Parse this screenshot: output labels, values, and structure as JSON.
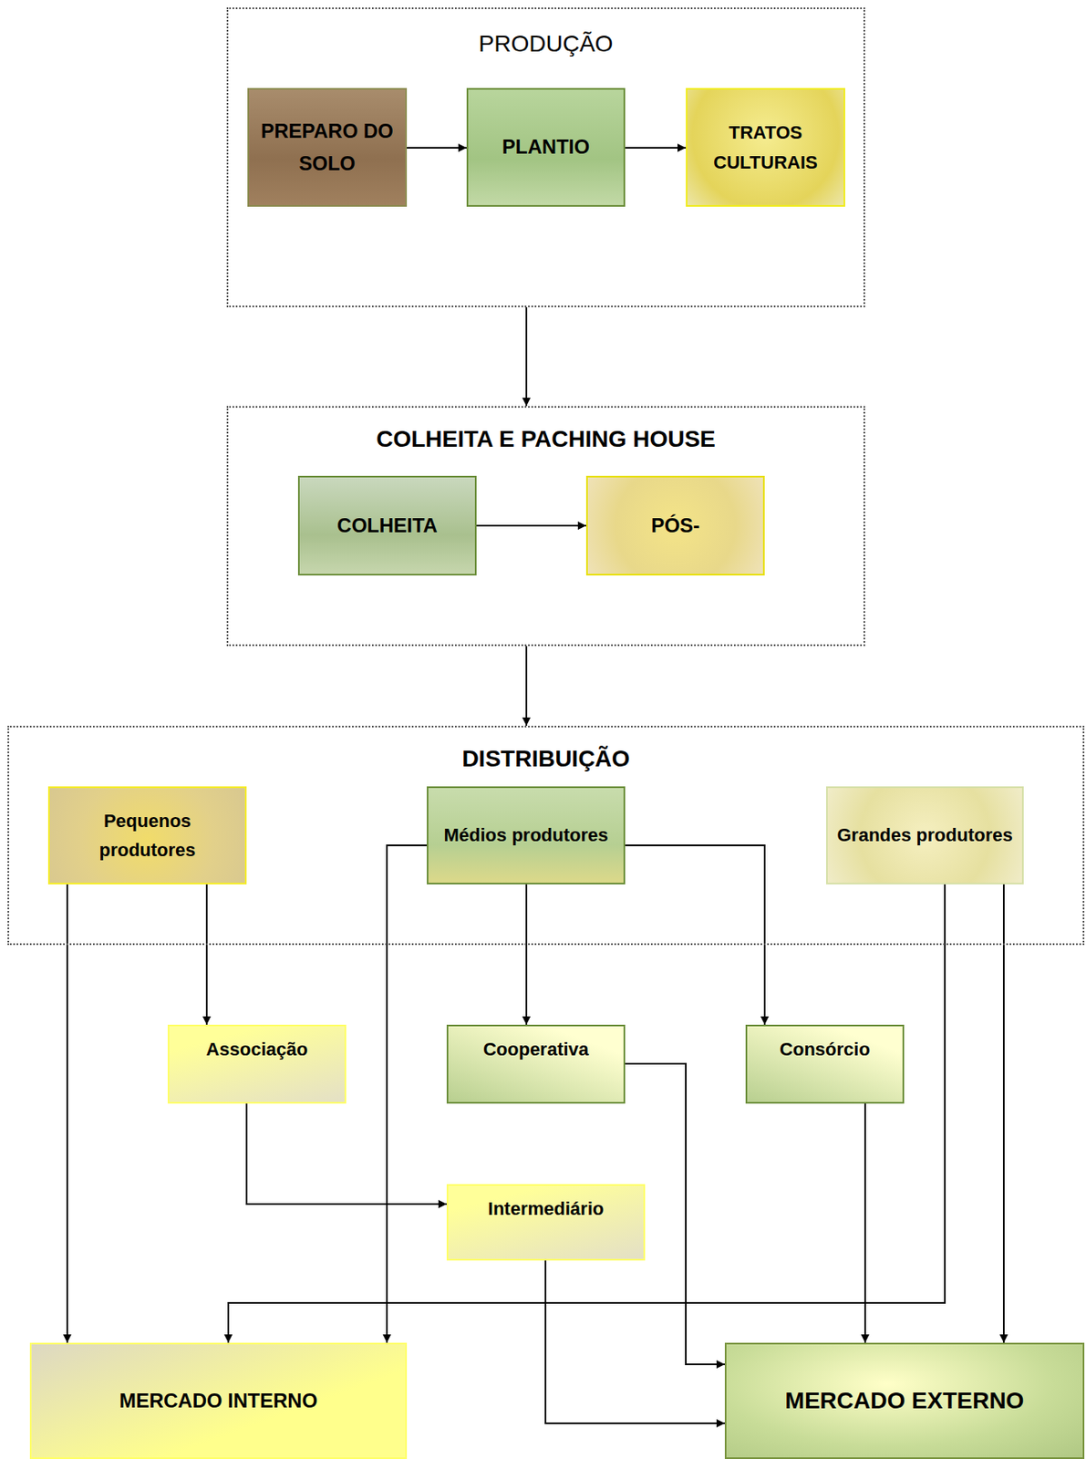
{
  "diagram": {
    "nodes": [
      {
        "text": [
          "PRODUÇÃO"
        ]
      },
      {
        "text": [
          "PREPARO DO SOLO"
        ],
        "in": 0
      },
      {
        "text": [
          "PLANTIO"
        ],
        "in": 0
      },
      {
        "text": [
          "TRATOS CULTURAIS"
        ],
        "in": 0
      },
      {
        "text": [
          "COLHEITA E PACHING HOUSE"
        ]
      },
      {
        "text": [
          "COLHEITA"
        ],
        "in": 4
      },
      {
        "text": [
          "PÓS-"
        ],
        "in": 4
      },
      {
        "text": [
          "DISTRIBUIÇÃO"
        ]
      },
      {
        "text": [
          "Pequenos produtores"
        ],
        "in": 7
      },
      {
        "text": [
          "Médios produtores"
        ],
        "in": 7
      },
      {
        "text": [
          "Grandes produtores"
        ],
        "in": 7
      },
      {
        "text": [
          "Associação"
        ]
      },
      {
        "text": [
          "Cooperativa"
        ]
      },
      {
        "text": [
          "Consórcio"
        ]
      },
      {
        "text": [
          "Intermediário"
        ]
      },
      {
        "text": [
          "MERCADO INTERNO"
        ]
      },
      {
        "text": [
          "MERCADO EXTERNO"
        ]
      }
    ],
    "edges": [
      {
        "from": 1,
        "to": 2,
        "arrow": "to"
      },
      {
        "from": 2,
        "to": 3,
        "arrow": "to"
      },
      {
        "from": 0,
        "to": 4,
        "arrow": "to"
      },
      {
        "from": 5,
        "to": 6,
        "arrow": "to"
      },
      {
        "from": 4,
        "to": 7,
        "arrow": "to"
      },
      {
        "from": 8,
        "to": 15,
        "arrow": "to"
      },
      {
        "from": 8,
        "to": 11,
        "arrow": "to"
      },
      {
        "from": 9,
        "to": 15,
        "arrow": "to"
      },
      {
        "from": 9,
        "to": 12,
        "arrow": "to"
      },
      {
        "from": 9,
        "to": 13,
        "arrow": "to"
      },
      {
        "from": 10,
        "to": 15,
        "arrow": "to"
      },
      {
        "from": 10,
        "to": 16,
        "arrow": "to"
      },
      {
        "from": 11,
        "to": 14,
        "arrow": "to"
      },
      {
        "from": 12,
        "to": 16,
        "arrow": "to"
      },
      {
        "from": 13,
        "to": 16,
        "arrow": "to"
      },
      {
        "from": 14,
        "to": 16,
        "arrow": "to"
      }
    ]
  }
}
